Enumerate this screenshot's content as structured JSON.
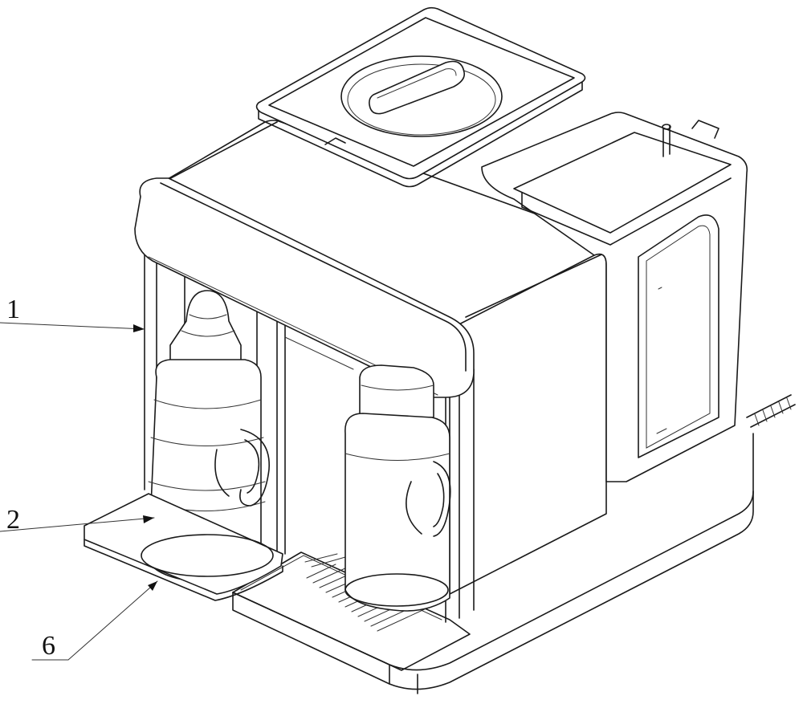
{
  "figure": {
    "reference_labels": [
      {
        "id": "1",
        "text": "1"
      },
      {
        "id": "2",
        "text": "2"
      },
      {
        "id": "6",
        "text": "6"
      }
    ]
  },
  "colors": {
    "line": "#1a1a1a",
    "background": "#ffffff"
  }
}
